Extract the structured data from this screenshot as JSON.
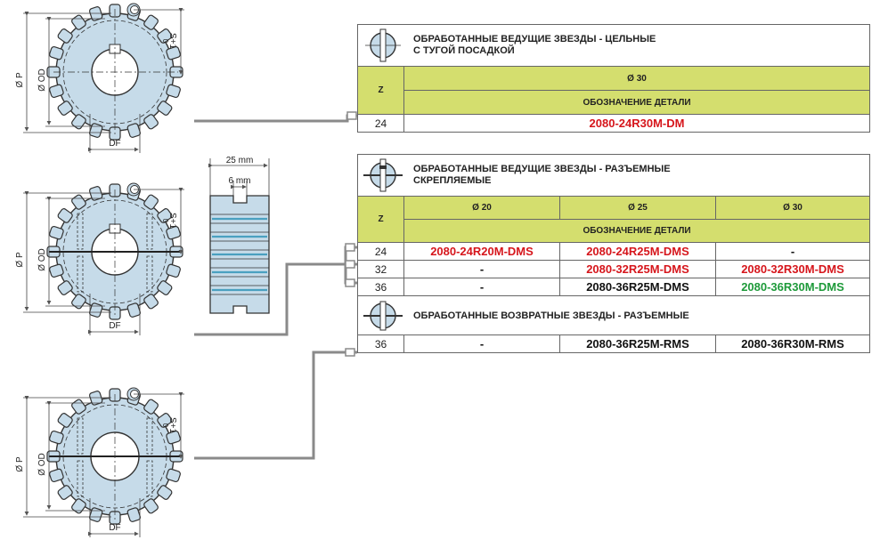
{
  "labels": {
    "p": "Ø P",
    "od": "Ø OD",
    "df": "DF",
    "s": "S+1",
    "s_sub": "0",
    "w25": "25 mm",
    "w6": "6 mm"
  },
  "colors": {
    "header_bg": "#d4de6e",
    "red": "#d6161c",
    "green": "#1e9a3a",
    "sprocket_fill": "#c6dbe9",
    "line": "#7a7a7a"
  },
  "table1": {
    "icon": "solid-sprocket-icon",
    "title1": "ОБРАБОТАННЫЕ ВЕДУЩИЕ ЗВЕЗДЫ - ЦЕЛЬНЫЕ",
    "title2": "С ТУГОЙ ПОСАДКОЙ",
    "z": "Z",
    "col": "Ø 30",
    "designation": "ОБОЗНАЧЕНИЕ ДЕТАЛИ",
    "rows": [
      {
        "z": "24",
        "code": "2080-24R30M-DM"
      }
    ]
  },
  "table2": {
    "icon": "split-sprocket-icon",
    "title1": "ОБРАБОТАННЫЕ ВЕДУЩИЕ ЗВЕЗДЫ - РАЗЪЕМНЫЕ",
    "title2": "СКРЕПЛЯЕМЫЕ",
    "z": "Z",
    "cols": [
      "Ø 20",
      "Ø 25",
      "Ø 30"
    ],
    "designation": "ОБОЗНАЧЕНИЕ ДЕТАЛИ",
    "rows": [
      {
        "z": "24",
        "c1": "2080-24R20M-DMS",
        "c2": "2080-24R25M-DMS",
        "c3": "-"
      },
      {
        "z": "32",
        "c1": "-",
        "c2": "2080-32R25M-DMS",
        "c3": "2080-32R30M-DMS"
      },
      {
        "z": "36",
        "c1": "-",
        "c2": "2080-36R25M-DMS",
        "c3": "2080-36R30M-DMS"
      }
    ],
    "return_icon": "idler-sprocket-icon",
    "return_title": "ОБРАБОТАННЫЕ ВОЗВРАТНЫЕ ЗВЕЗДЫ - РАЗЪЕМНЫЕ",
    "return_rows": [
      {
        "z": "36",
        "c1": "-",
        "c2": "2080-36R25M-RMS",
        "c3": "2080-36R30M-RMS"
      }
    ]
  }
}
